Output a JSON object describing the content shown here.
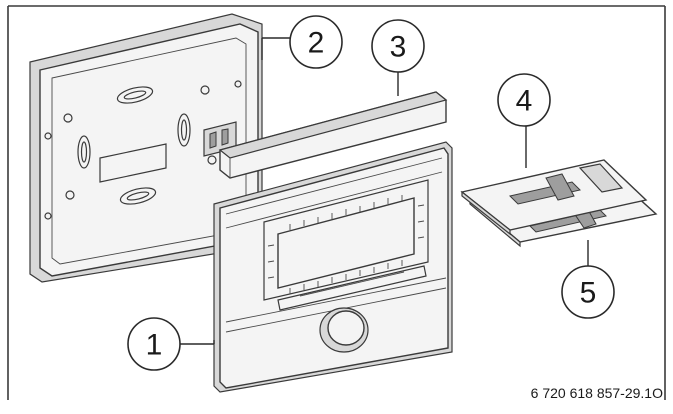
{
  "callouts": [
    {
      "id": "c1",
      "label": "1"
    },
    {
      "id": "c2",
      "label": "2"
    },
    {
      "id": "c3",
      "label": "3"
    },
    {
      "id": "c4",
      "label": "4"
    },
    {
      "id": "c5",
      "label": "5"
    }
  ],
  "figure_code": "6 720 618 857-29.1O",
  "colors": {
    "line": "#3a3a3a",
    "part_fill": "#f4f4f4",
    "shade": "#d8d8d8",
    "dark": "#9e9e9e"
  }
}
